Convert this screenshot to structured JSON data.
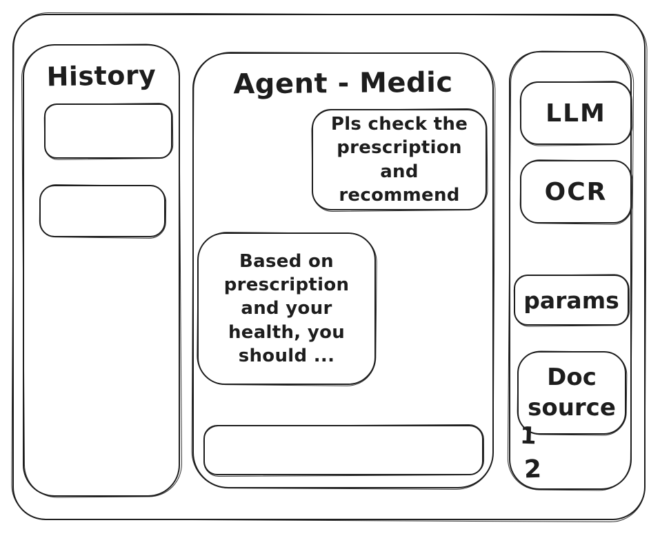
{
  "history_panel": {
    "title": "History",
    "items": [
      {
        "label": ""
      },
      {
        "label": ""
      }
    ]
  },
  "chat_panel": {
    "title": "Agent - Medic",
    "user_message": "Pls check the prescription and recommend",
    "assistant_message": "Based on prescription and your health, you should ...",
    "input": {
      "value": ""
    }
  },
  "tools_panel": {
    "buttons": [
      {
        "label": "LLM"
      },
      {
        "label": "OCR"
      },
      {
        "label": "params"
      },
      {
        "label": "Doc source"
      }
    ],
    "doc_source_items": [
      {
        "label": "1"
      },
      {
        "label": "2"
      }
    ]
  },
  "colors": {
    "stroke": "#1d1d1d",
    "background": "#ffffff"
  }
}
